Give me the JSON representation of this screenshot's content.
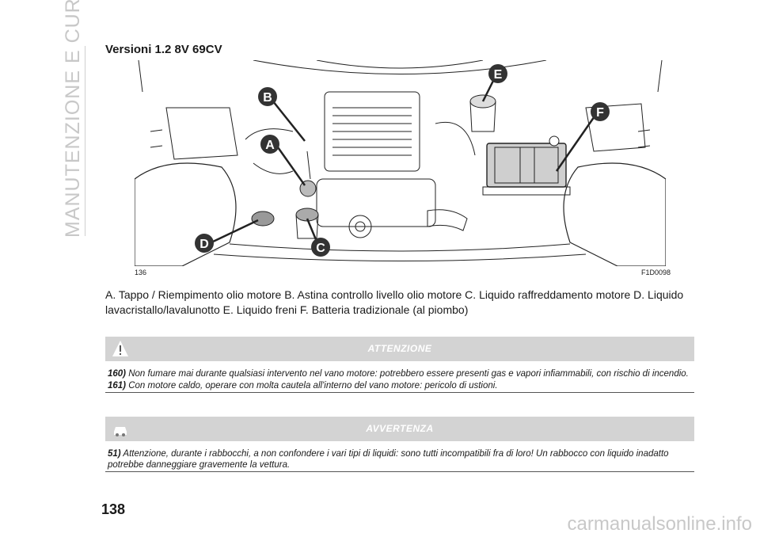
{
  "side_title": "MANUTENZIONE E CURA",
  "section_title": "Versioni 1.2 8V 69CV",
  "figure": {
    "number": "136",
    "code": "F1D0098",
    "callouts": [
      "A",
      "B",
      "C",
      "D",
      "E",
      "F"
    ]
  },
  "caption": "A. Tappo / Riempimento olio motore B. Astina controllo livello olio motore C. Liquido raffreddamento motore D. Liquido lavacristallo/lavalunotto E. Liquido freni F. Batteria tradizionale (al piombo)",
  "attenzione": {
    "title": "ATTENZIONE",
    "items": [
      {
        "num": "160)",
        "text": "Non fumare mai durante qualsiasi intervento nel vano motore: potrebbero essere presenti gas e vapori infiammabili, con rischio di incendio."
      },
      {
        "num": "161)",
        "text": "Con motore caldo, operare con molta cautela all'interno del vano motore: pericolo di ustioni."
      }
    ]
  },
  "avvertenza": {
    "title": "AVVERTENZA",
    "items": [
      {
        "num": "51)",
        "text": "Attenzione, durante i rabbocchi, a non confondere i vari tipi di liquidi: sono tutti incompatibili fra di loro! Un rabbocco con liquido inadatto potrebbe danneggiare gravemente la vettura."
      }
    ]
  },
  "page_number": "138",
  "watermark": "carmanualsonline.info",
  "colors": {
    "callout": "#333333",
    "header_bg": "#d3d3d3"
  }
}
